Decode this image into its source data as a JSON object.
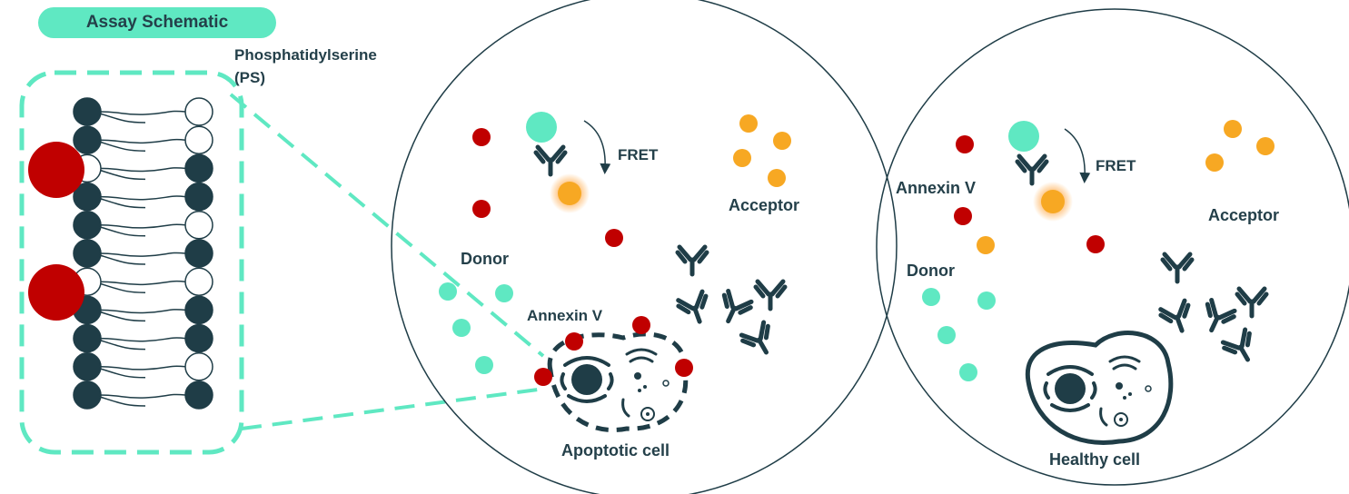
{
  "header": {
    "title": "Assay Schematic"
  },
  "membrane": {
    "ps_label_line1": "Phosphatidylserine",
    "ps_label_line2": "(PS)"
  },
  "apoptotic_panel": {
    "fret": "FRET",
    "acceptor": "Acceptor",
    "donor": "Donor",
    "annexin": "Annexin V",
    "cell_label": "Apoptotic cell"
  },
  "healthy_panel": {
    "fret": "FRET",
    "acceptor": "Acceptor",
    "donor": "Donor",
    "annexin": "Annexin V",
    "cell_label": "Healthy cell"
  },
  "colors": {
    "dark": "#1f3d47",
    "teal": "#5fe8c2",
    "red": "#c00000",
    "orange": "#f7a823"
  }
}
